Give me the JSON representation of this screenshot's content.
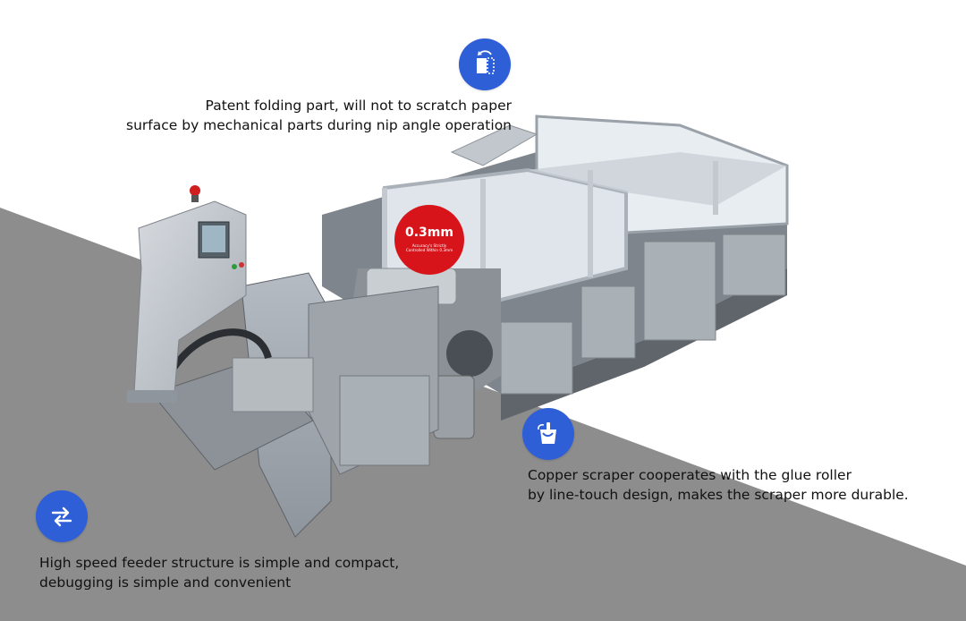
{
  "features": [
    {
      "icon": "page-fold-icon",
      "lines": [
        "Patent folding part, will not to scratch paper",
        "surface by mechanical parts during nip angle operation"
      ]
    },
    {
      "icon": "glue-bucket-icon",
      "lines": [
        "Copper scraper cooperates with the glue roller",
        "by line-touch design, makes the scraper more durable."
      ]
    },
    {
      "icon": "swap-arrows-icon",
      "lines": [
        "High speed feeder structure is simple and compact,",
        "debugging is simple and convenient"
      ]
    }
  ],
  "badge": {
    "value": "0.3mm",
    "caption_line1": "Accuracy's Strictly",
    "caption_line2": "Controlled Within 0.3mm"
  },
  "colors": {
    "icon_blue": "#2f5fd6",
    "badge_red": "#d8141b",
    "band_gray": "#8d8d8d",
    "background": "#ffffff"
  }
}
